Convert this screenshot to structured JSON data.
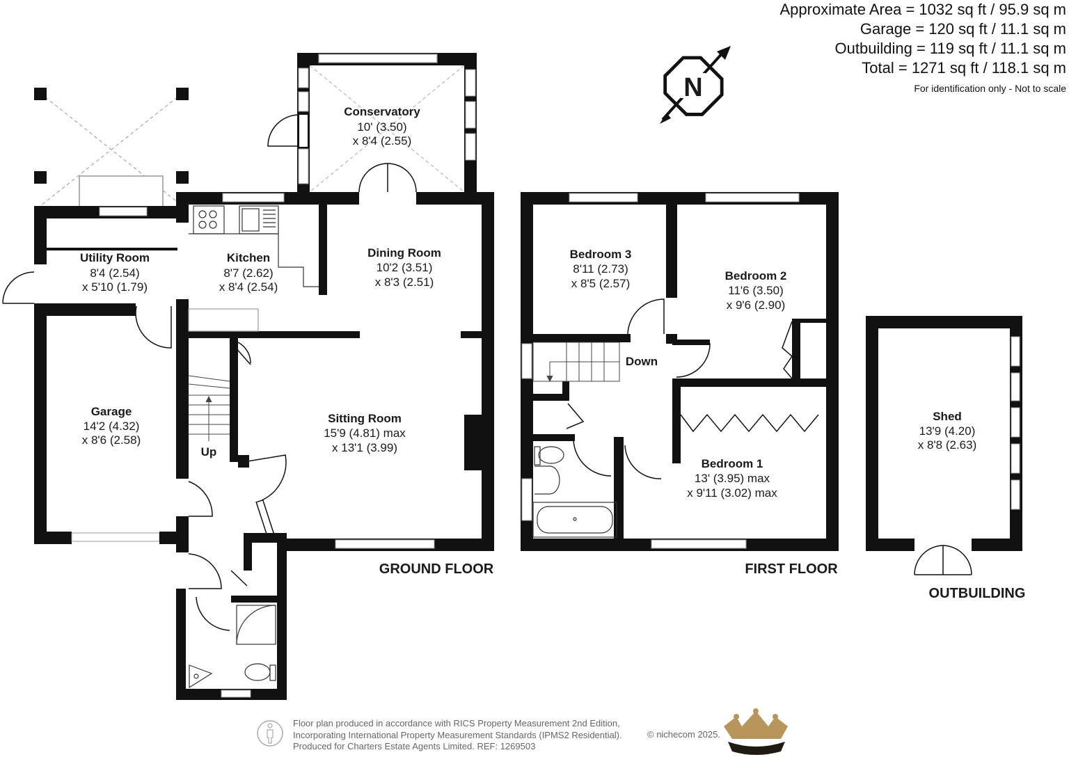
{
  "areas": {
    "approximate": "Approximate Area = 1032 sq ft / 95.9 sq m",
    "garage": "Garage = 120 sq ft / 11.1 sq m",
    "outbuilding": "Outbuilding = 119 sq ft / 11.1 sq m",
    "total": "Total = 1271 sq ft / 118.1 sq m",
    "note": "For identification only - Not to scale"
  },
  "compass": {
    "letter": "N",
    "icon": "north-arrow-icon"
  },
  "rooms": {
    "conservatory": {
      "name": "Conservatory",
      "dim1": "10' (3.50)",
      "dim2": "x 8'4 (2.55)"
    },
    "utility": {
      "name": "Utility Room",
      "dim1": "8'4 (2.54)",
      "dim2": "x 5'10 (1.79)"
    },
    "kitchen": {
      "name": "Kitchen",
      "dim1": "8'7 (2.62)",
      "dim2": "x 8'4 (2.54)"
    },
    "dining": {
      "name": "Dining Room",
      "dim1": "10'2 (3.51)",
      "dim2": "x 8'3 (2.51)"
    },
    "garage": {
      "name": "Garage",
      "dim1": "14'2 (4.32)",
      "dim2": "x 8'6 (2.58)"
    },
    "sitting": {
      "name": "Sitting Room",
      "dim1": "15'9 (4.81) max",
      "dim2": "x 13'1 (3.99)"
    },
    "bedroom3": {
      "name": "Bedroom 3",
      "dim1": "8'11 (2.73)",
      "dim2": "x 8'5 (2.57)"
    },
    "bedroom2": {
      "name": "Bedroom 2",
      "dim1": "11'6 (3.50)",
      "dim2": "x 9'6 (2.90)"
    },
    "bedroom1": {
      "name": "Bedroom 1",
      "dim1": "13' (3.95) max",
      "dim2": "x 9'11 (3.02) max"
    },
    "shed": {
      "name": "Shed",
      "dim1": "13'9 (4.20)",
      "dim2": "x 8'8 (2.63)"
    }
  },
  "stairs": {
    "up": "Up",
    "down": "Down"
  },
  "floors": {
    "ground": "GROUND FLOOR",
    "first": "FIRST FLOOR",
    "outbuilding": "OUTBUILDING"
  },
  "footer": {
    "line1": "Floor plan produced in accordance with RICS Property Measurement 2nd Edition,",
    "line2": "Incorporating International Property Measurement Standards (IPMS2 Residential).",
    "line3": "Produced for Charters Estate Agents Limited.   REF: 1269503",
    "copyright": "© nichecom 2025."
  },
  "colors": {
    "wall": "#111111",
    "logo_gold": "#b8955a",
    "logo_dark": "#1f1a12",
    "footer_text": "#666666"
  }
}
